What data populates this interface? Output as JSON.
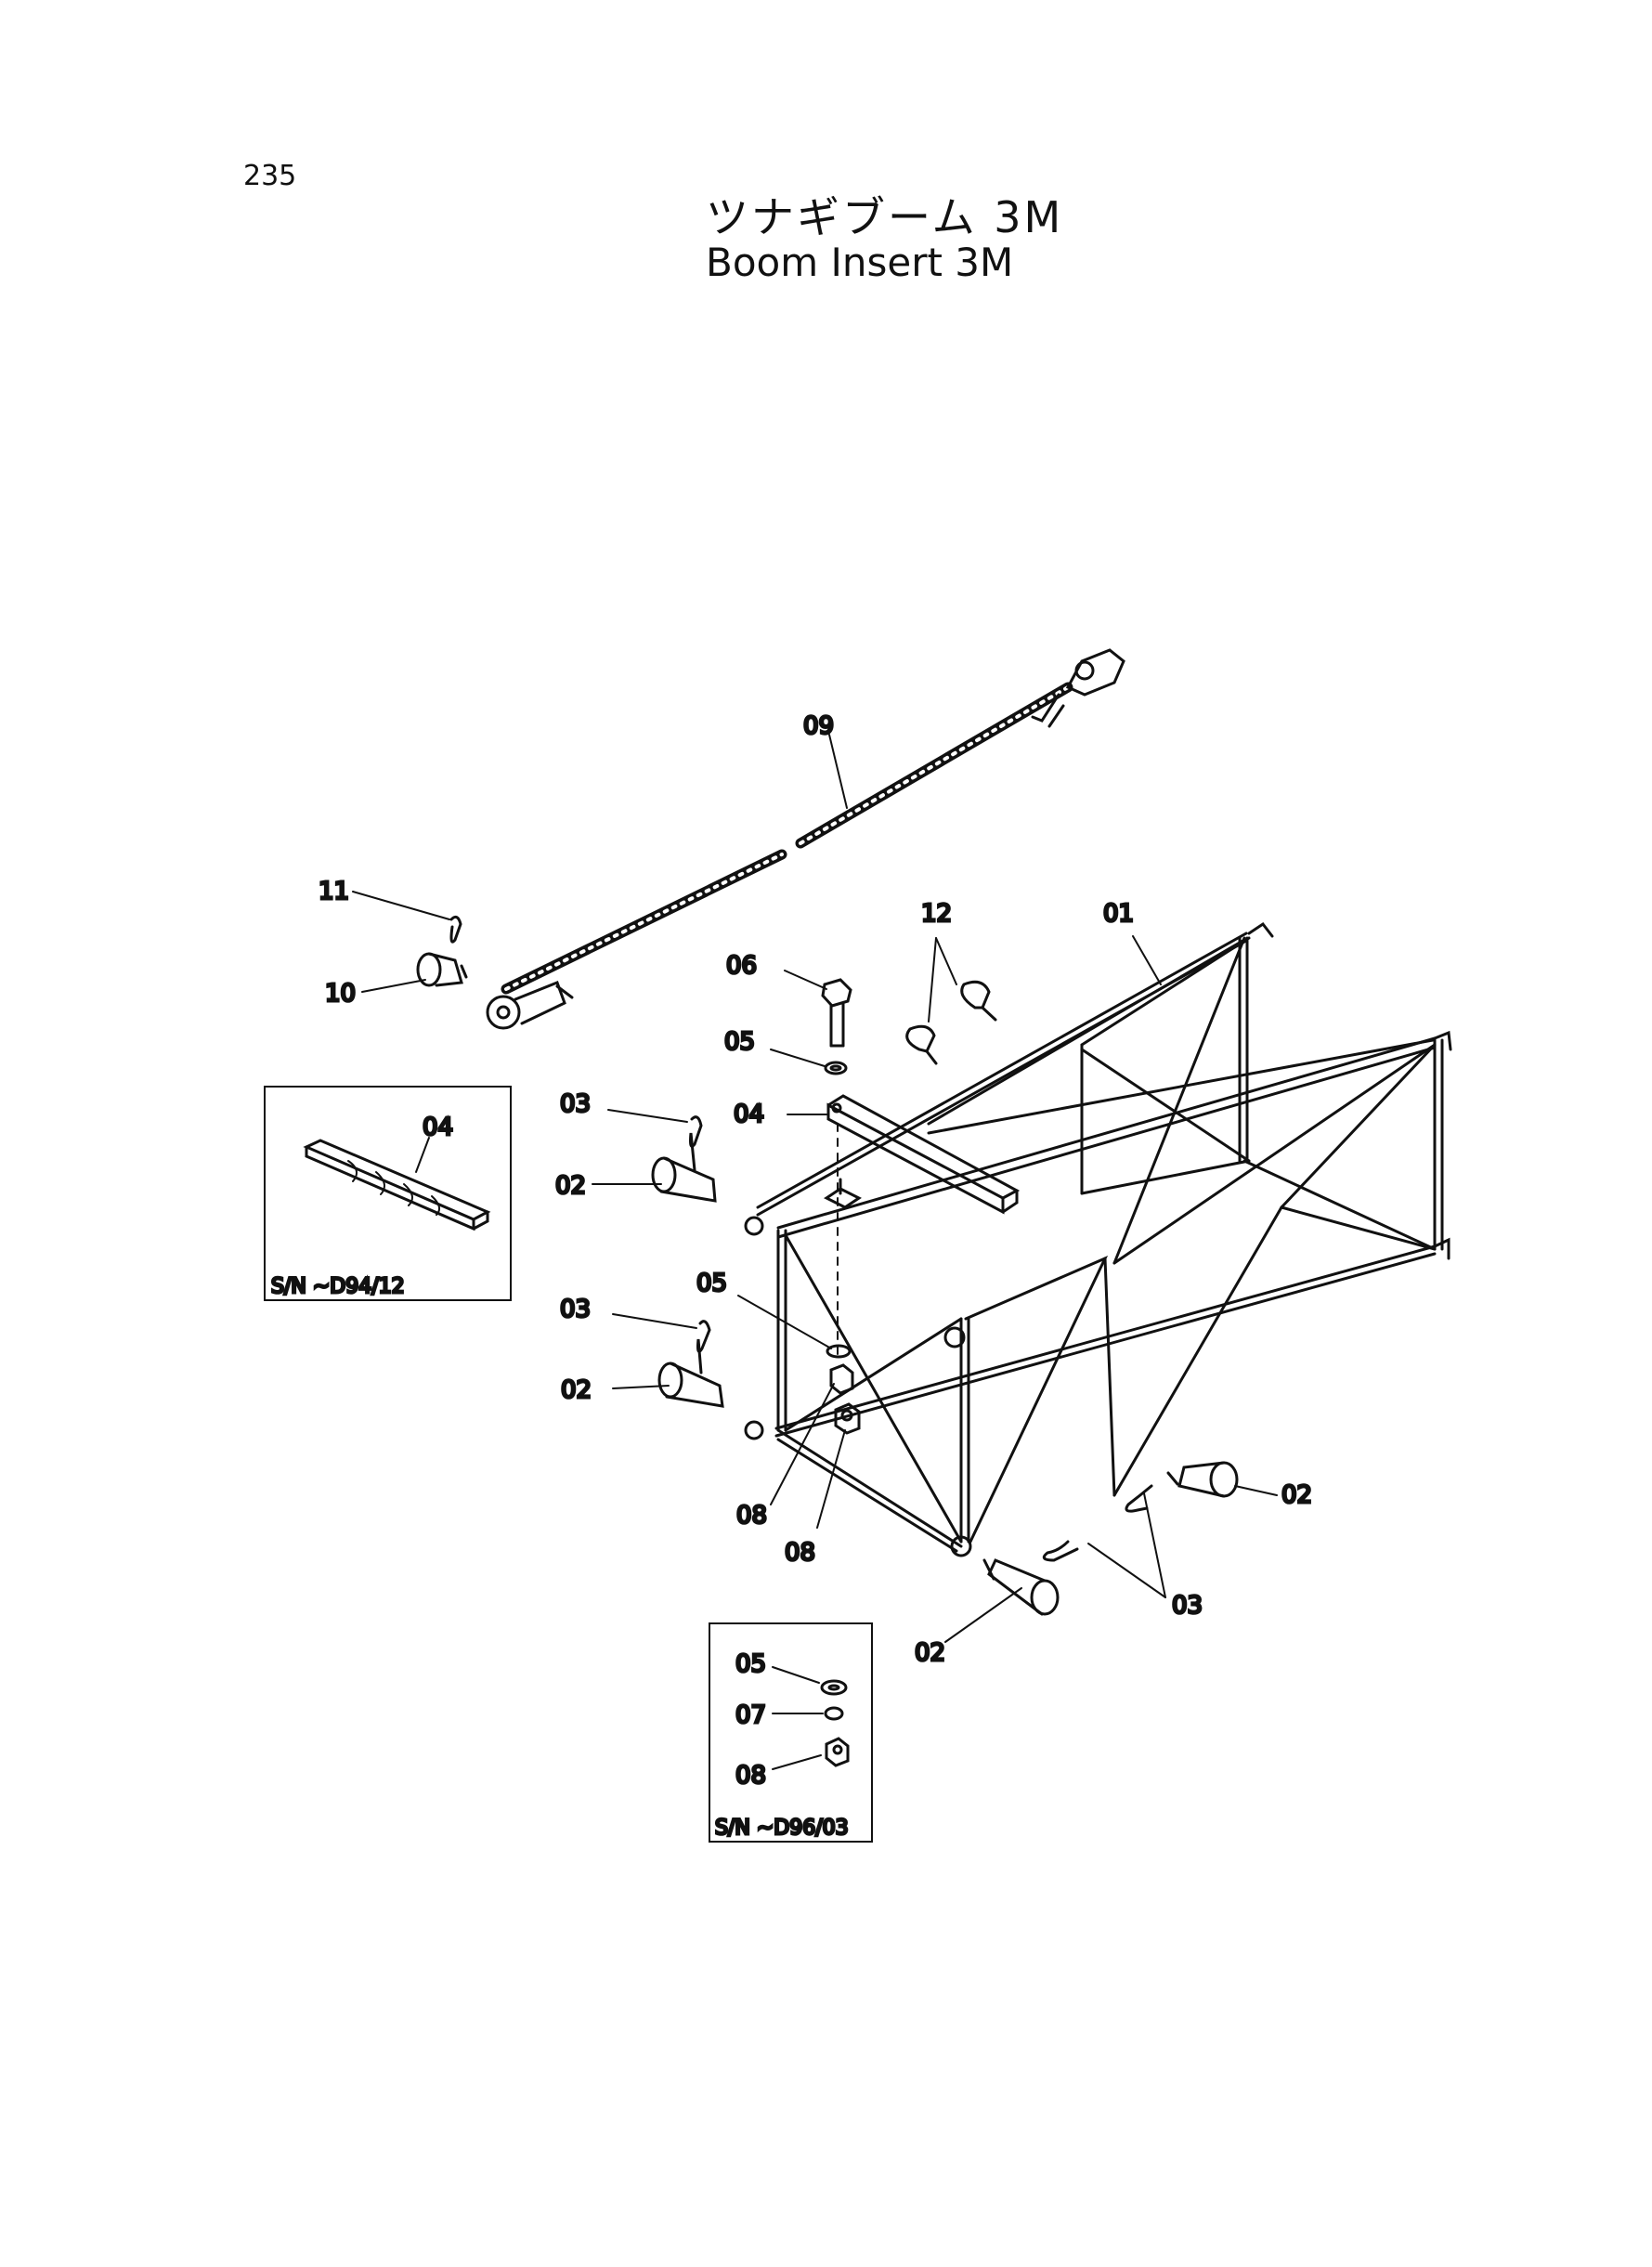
{
  "page_number": "235",
  "title_jp": "ツナギブーム 3M",
  "title_en": "Boom Insert 3M",
  "callouts": {
    "c01": "01",
    "c02a": "02",
    "c02b": "02",
    "c02c": "02",
    "c02d": "02",
    "c03a": "03",
    "c03b": "03",
    "c03c": "03",
    "c04": "04",
    "c05a": "05",
    "c05b": "05",
    "c06": "06",
    "c08a": "08",
    "c08b": "08",
    "c09": "09",
    "c10": "10",
    "c11": "11",
    "c12": "12"
  },
  "inset_left": {
    "callout": "04",
    "serial": "S/N ~D94/12"
  },
  "inset_bottom": {
    "callout_05": "05",
    "callout_07": "07",
    "callout_08": "08",
    "serial": "S/N ~D96/03"
  }
}
